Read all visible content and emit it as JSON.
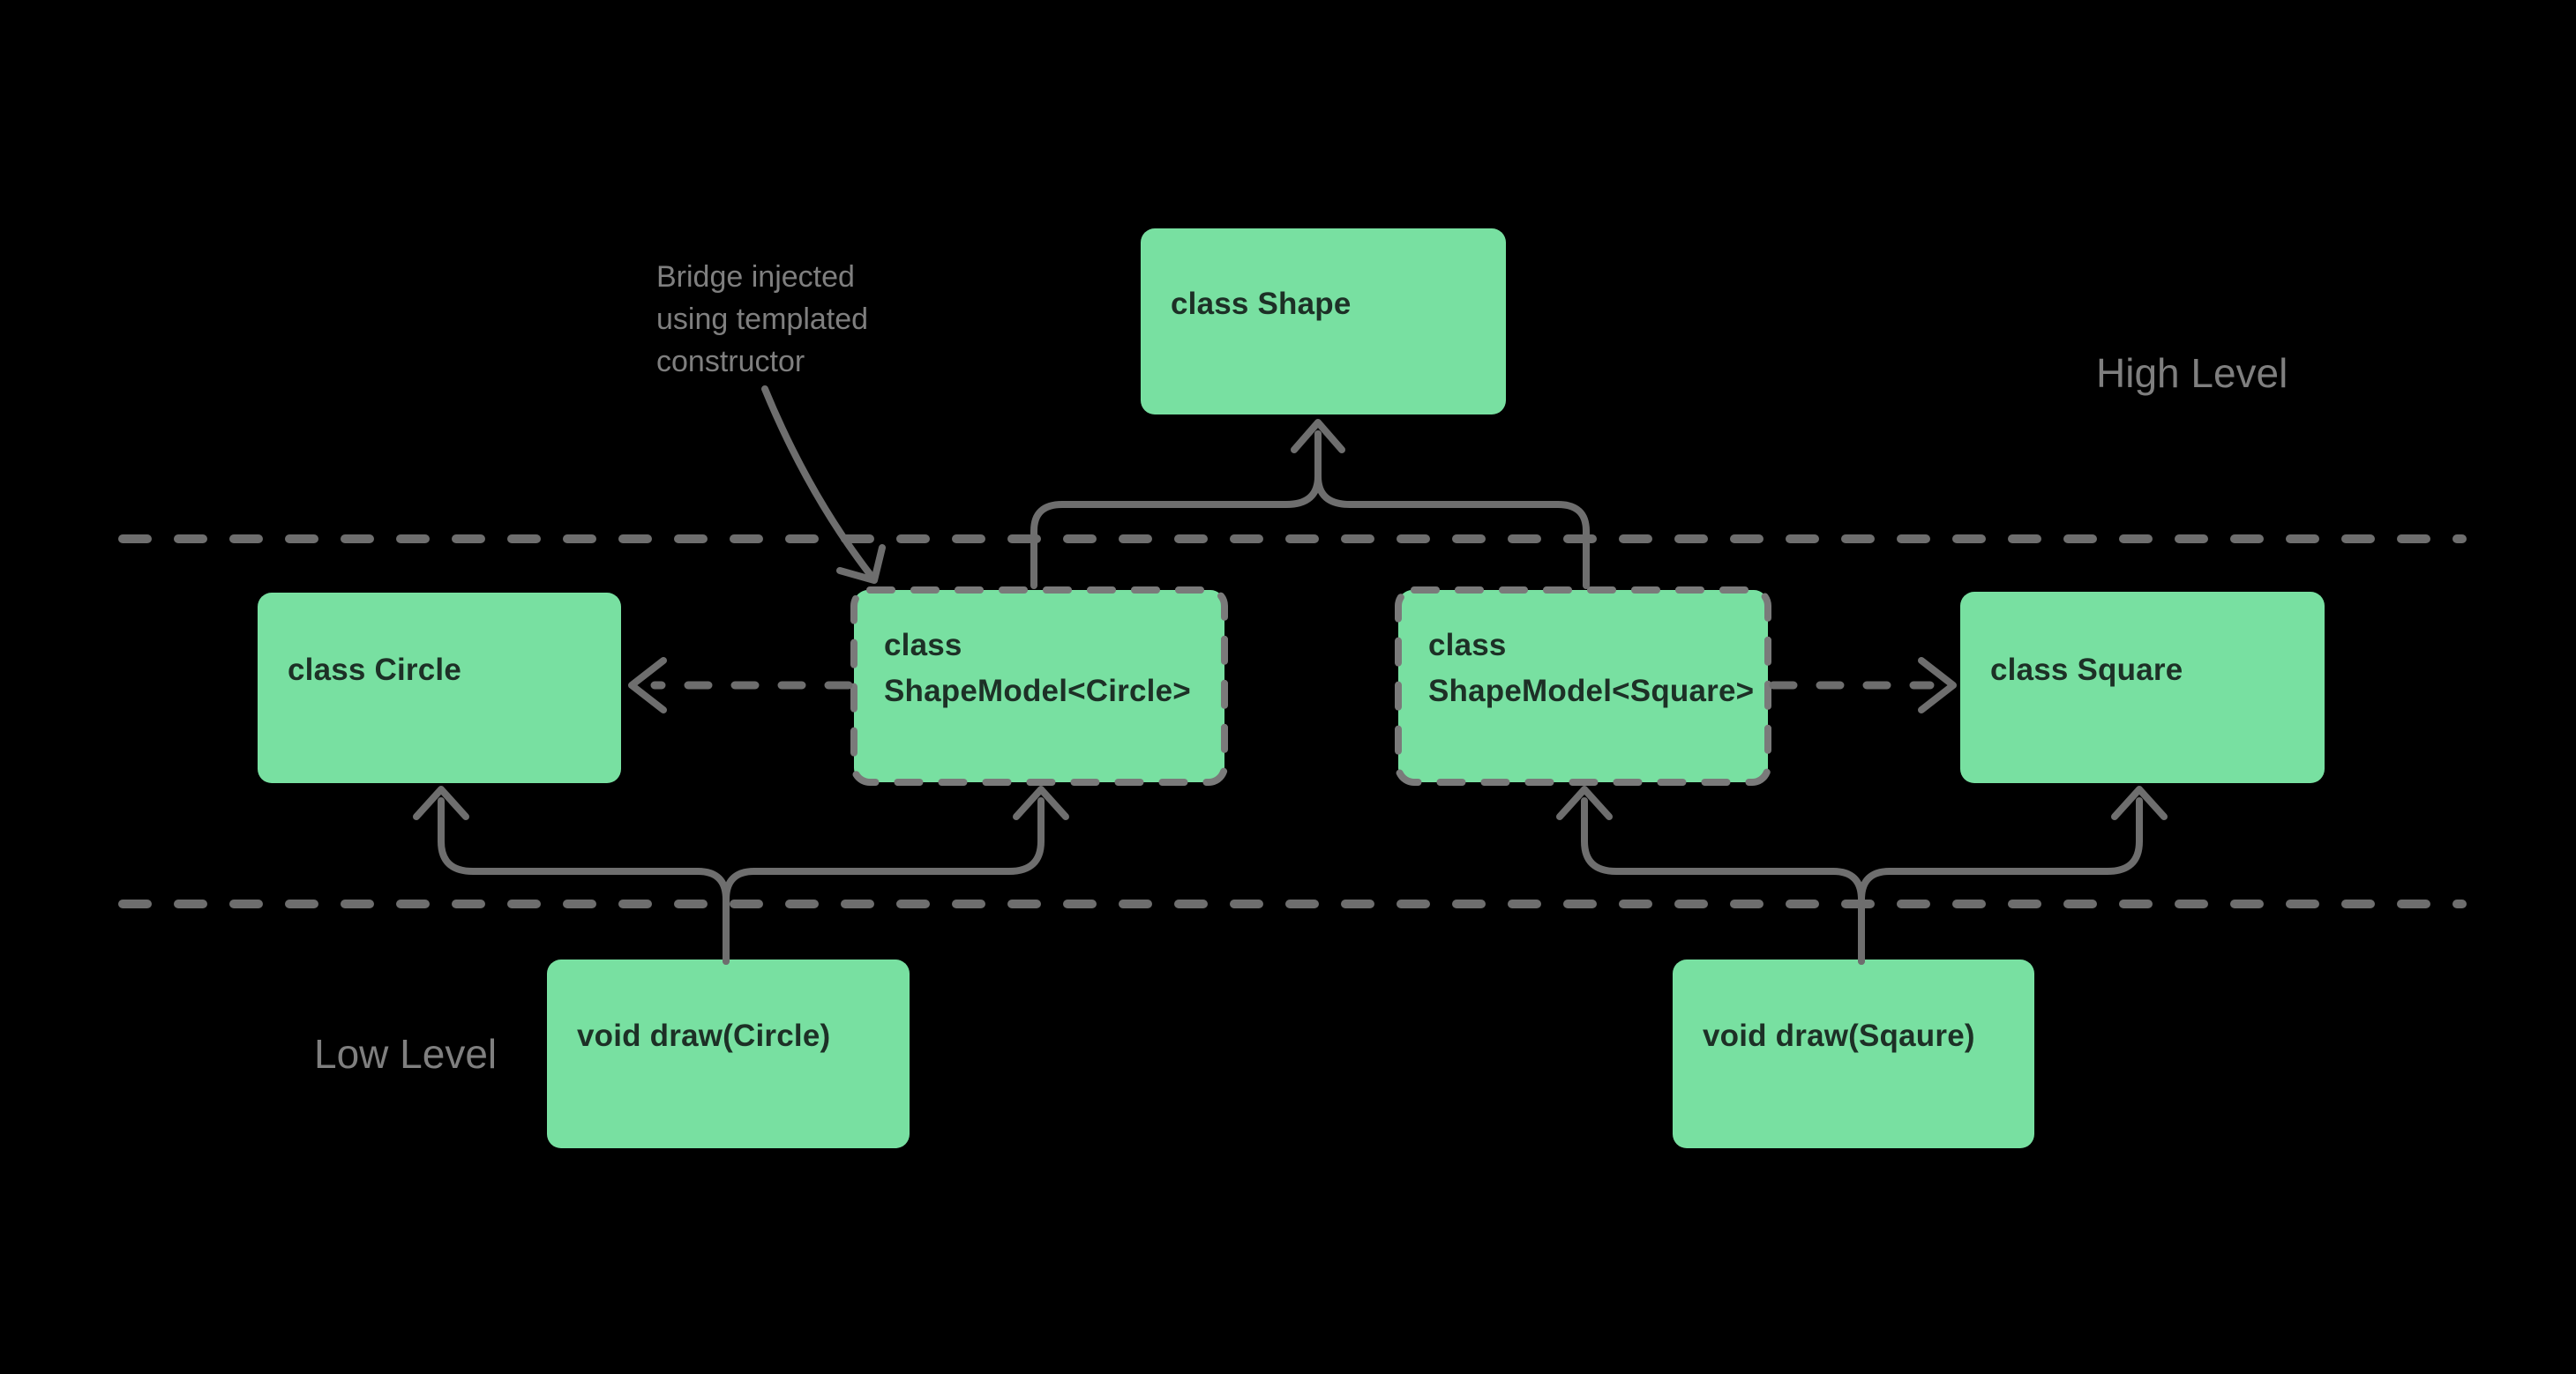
{
  "canvas": {
    "background": "#000000"
  },
  "colors": {
    "node_fill": "#78e0a1",
    "node_text": "#1d3026",
    "line": "#6e6e6e",
    "dash_border": "#7a7a7a",
    "label_text": "#7f7f7f",
    "canvas_bg": "#000000"
  },
  "levels": {
    "high": "High Level",
    "low": "Low Level"
  },
  "annotation": {
    "text": "Bridge injected\nusing templated\nconstructor"
  },
  "nodes": {
    "shape": "class Shape",
    "circle": "class Circle",
    "shapemodel_circle": "class\nShapeModel<Circle>",
    "shapemodel_square": "class\nShapeModel<Square>",
    "square": "class Square",
    "draw_circle": "void draw(Circle)",
    "draw_square": "void draw(Sqaure)"
  }
}
